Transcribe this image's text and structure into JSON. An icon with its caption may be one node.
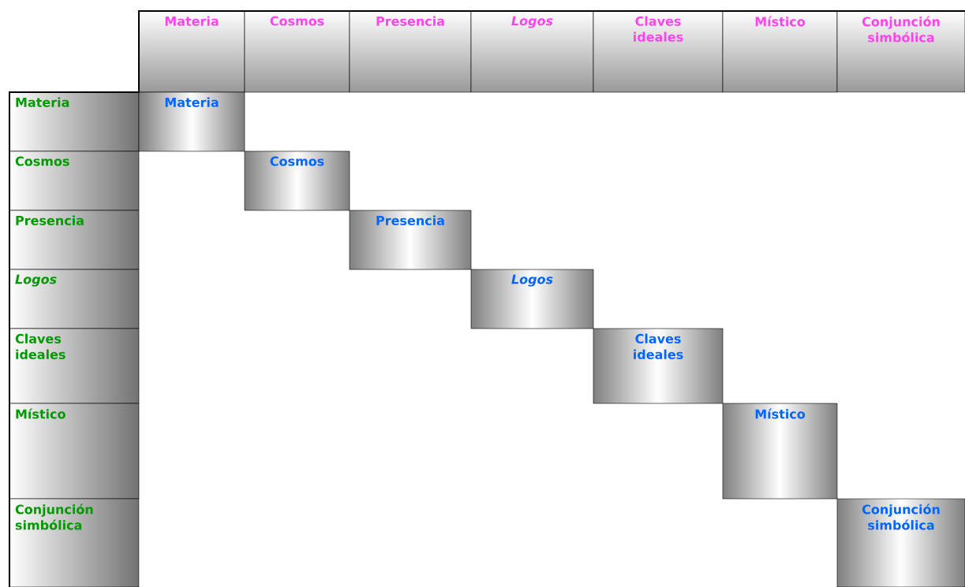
{
  "diagram": {
    "nodes": [
      {
        "text": [
          "Materia"
        ]
      },
      {
        "text": [
          "Cosmos"
        ]
      },
      {
        "text": [
          "Presencia"
        ]
      },
      {
        "text": [
          "Logos"
        ]
      },
      {
        "text": [
          "Claves ideales"
        ]
      },
      {
        "text": [
          "Místico"
        ]
      },
      {
        "text": [
          "Conjunción simbólica"
        ]
      },
      {
        "text": [
          "Materia"
        ]
      },
      {
        "text": [
          "Materia"
        ]
      },
      {
        "text": [
          "Cosmos"
        ]
      },
      {
        "text": [
          "Cosmos"
        ]
      },
      {
        "text": [
          "Presencia"
        ]
      },
      {
        "text": [
          "Presencia"
        ]
      },
      {
        "text": [
          "Logos"
        ]
      },
      {
        "text": [
          "Logos"
        ]
      },
      {
        "text": [
          "Claves ideales"
        ]
      },
      {
        "text": [
          "Claves ideales"
        ]
      },
      {
        "text": [
          "Místico"
        ]
      },
      {
        "text": [
          "Místico"
        ]
      },
      {
        "text": [
          "Conjunción simbólica"
        ]
      },
      {
        "text": [
          "Conjunción simbólica"
        ]
      }
    ]
  }
}
